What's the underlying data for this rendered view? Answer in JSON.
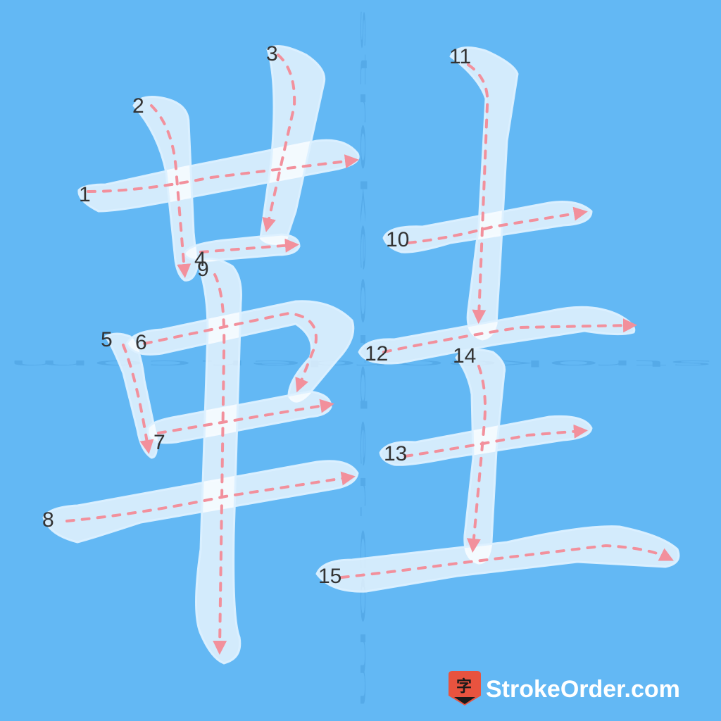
{
  "character": "鞋",
  "watermark_text": "strokeorder.com",
  "brand": {
    "name": "StrokeOrder.com",
    "logo_char": "字"
  },
  "stroke_numbers": [
    "1",
    "2",
    "3",
    "4",
    "5",
    "6",
    "7",
    "8",
    "9",
    "10",
    "11",
    "12",
    "13",
    "14",
    "15"
  ],
  "colors": {
    "background": "#63b8f4",
    "guide": "#f2909c",
    "stroke_fill": "#ffffff"
  }
}
